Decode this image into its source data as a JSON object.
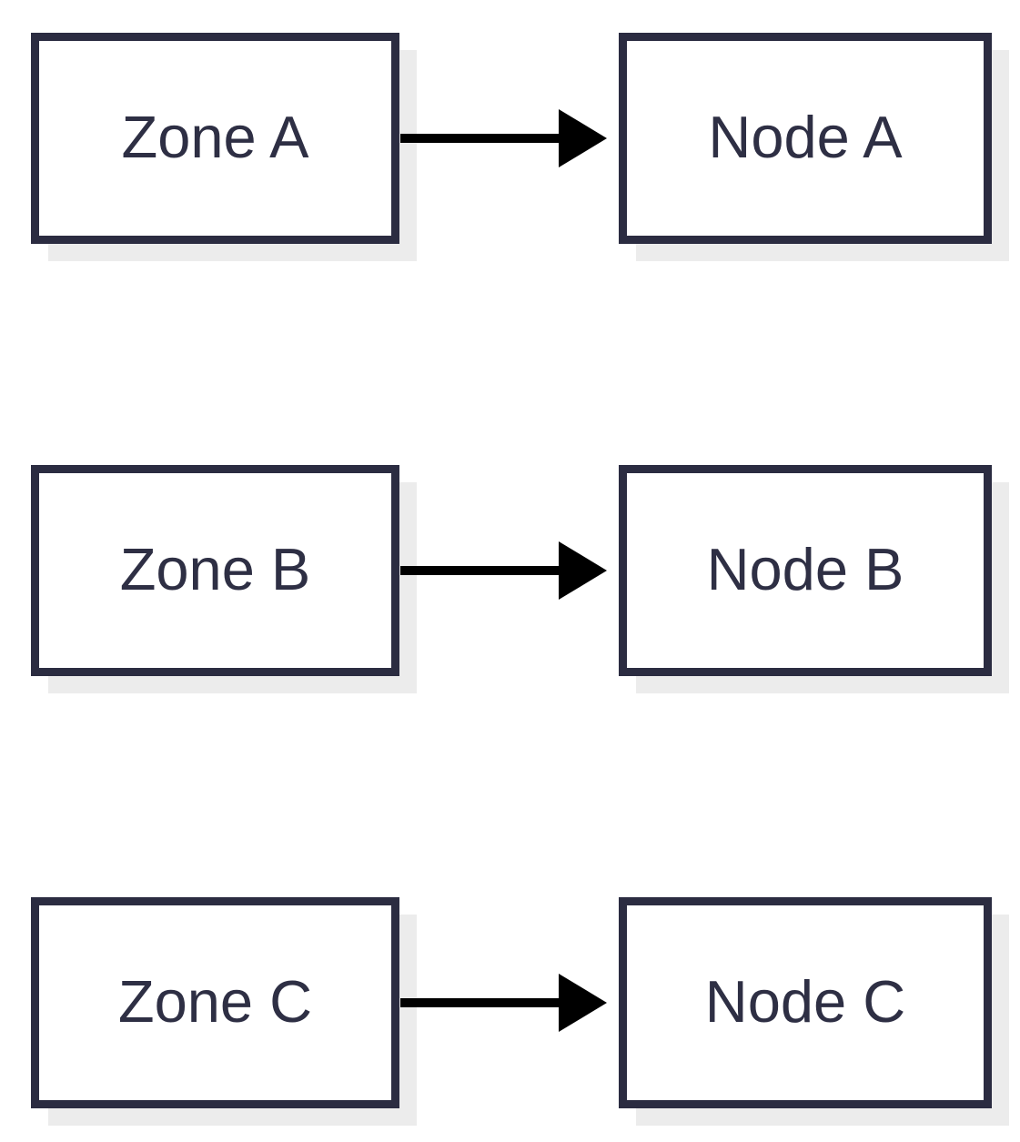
{
  "diagram": {
    "type": "flow",
    "direction": "left-to-right",
    "rows": [
      {
        "source_label": "Zone A",
        "connector": "arrow-right",
        "target_label": "Node A"
      },
      {
        "source_label": "Zone B",
        "connector": "arrow-right",
        "target_label": "Node B"
      },
      {
        "source_label": "Zone C",
        "connector": "arrow-right",
        "target_label": "Node C"
      }
    ],
    "colors": {
      "box_border": "#2b2c41",
      "box_fill": "#ffffff",
      "label_text": "#2e2f44",
      "shadow": "#ececec",
      "arrow": "#000000",
      "background": "#ffffff"
    }
  }
}
